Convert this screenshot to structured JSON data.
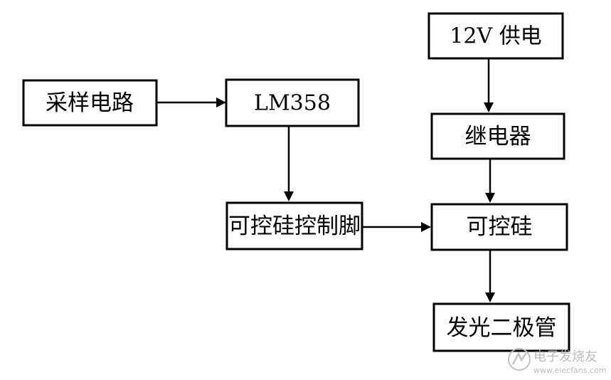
{
  "diagram": {
    "nodes": {
      "sampling_circuit": "采样电路",
      "lm358": "LM358",
      "thyristor_control_pin": "可控硅控制脚",
      "power_12v": "12V 供电",
      "relay": "继电器",
      "thyristor": "可控硅",
      "led": "发光二极管"
    },
    "edges": [
      {
        "from": "sampling_circuit",
        "to": "lm358"
      },
      {
        "from": "lm358",
        "to": "thyristor_control_pin"
      },
      {
        "from": "thyristor_control_pin",
        "to": "thyristor"
      },
      {
        "from": "power_12v",
        "to": "relay"
      },
      {
        "from": "relay",
        "to": "thyristor"
      },
      {
        "from": "thyristor",
        "to": "led"
      }
    ]
  },
  "watermark": {
    "text": "电子发烧友",
    "url": "www.elecfans.com"
  }
}
